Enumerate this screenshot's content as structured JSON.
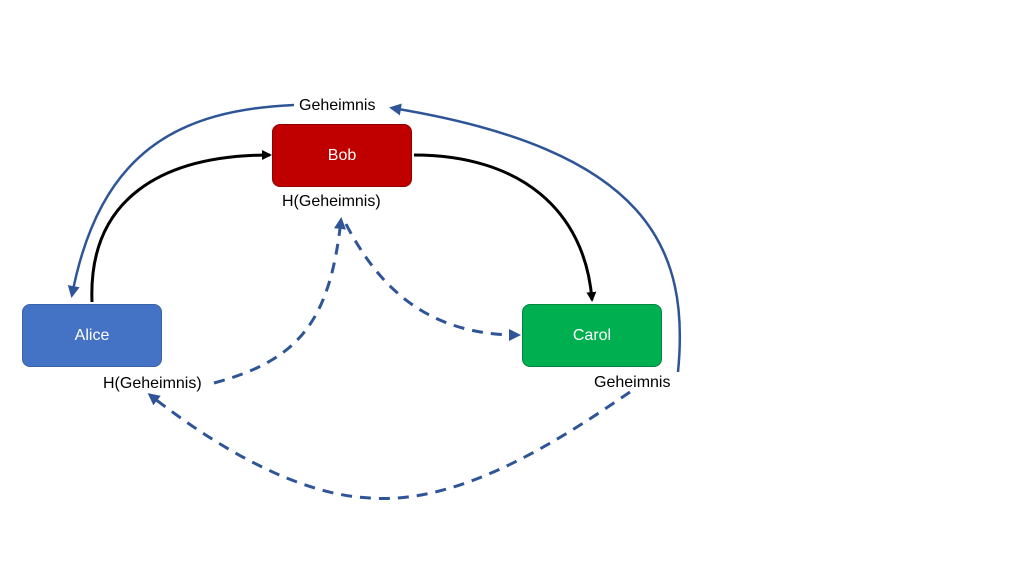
{
  "colors": {
    "alice": "#4472c4",
    "bob": "#c00000",
    "carol": "#00b050",
    "solid_arrow": "#000000",
    "blue_arrow": "#2f5597"
  },
  "nodes": {
    "alice": {
      "label": "Alice"
    },
    "bob": {
      "label": "Bob"
    },
    "carol": {
      "label": "Carol"
    }
  },
  "labels": {
    "top_secret": "Geheimnis",
    "bob_hash": "H(Geheimnis)",
    "alice_hash": "H(Geheimnis)",
    "carol_secret": "Geheimnis"
  }
}
